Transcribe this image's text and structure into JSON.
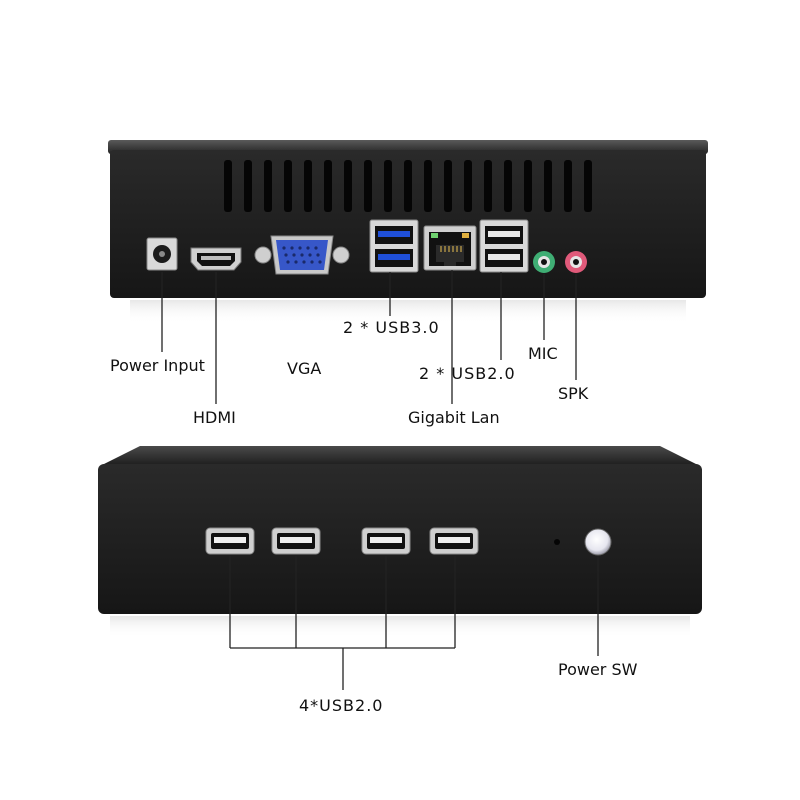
{
  "rear_panel": {
    "labels": {
      "power_input": "Power Input",
      "hdmi": "HDMI",
      "vga": "VGA",
      "usb30": "2 * USB3.0",
      "gigabit_lan": "Gigabit Lan",
      "usb20": "2 * USB2.0",
      "mic": "MIC",
      "spk": "SPK"
    },
    "colors": {
      "mic_jack": "#3fae74",
      "spk_jack": "#e05a7a",
      "usb3_blue": "#1f4fd8",
      "vga_blue": "#3757c9"
    }
  },
  "front_panel": {
    "labels": {
      "usb_group": "4*USB2.0",
      "power_switch": "Power SW"
    }
  },
  "colors": {
    "case": "#1f1f1f",
    "leader_lines": "#222222",
    "background": "#ffffff"
  }
}
